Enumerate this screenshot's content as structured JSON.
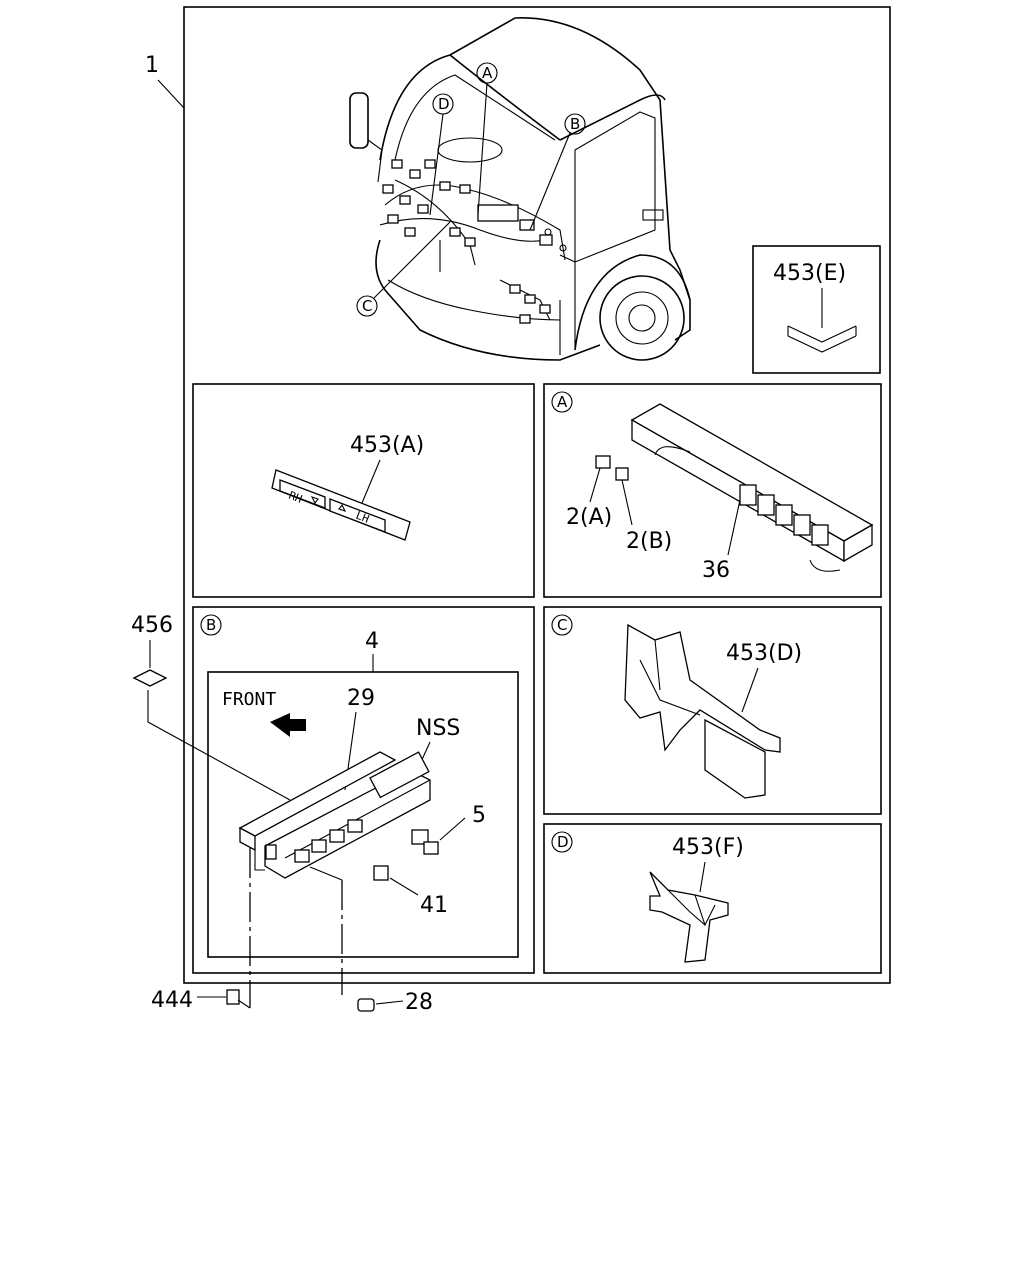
{
  "callouts": {
    "assembly": "1",
    "main_A": "A",
    "main_B": "B",
    "main_C": "C",
    "main_D": "D",
    "e_label": "453(E)",
    "rh_lh_label": "453(A)",
    "rh_text": "RH",
    "lh_text": "LH",
    "a_panel_tag": "A",
    "a_2a": "2(A)",
    "a_2b": "2(B)",
    "a_36": "36",
    "b_panel_tag": "B",
    "b_4": "4",
    "b_front": "FRONT",
    "b_29": "29",
    "b_nss": "NSS",
    "b_5": "5",
    "b_41": "41",
    "c_panel_tag": "C",
    "c_label": "453(D)",
    "d_panel_tag": "D",
    "d_label": "453(F)",
    "ext_456": "456",
    "ext_444": "444",
    "ext_28": "28"
  }
}
